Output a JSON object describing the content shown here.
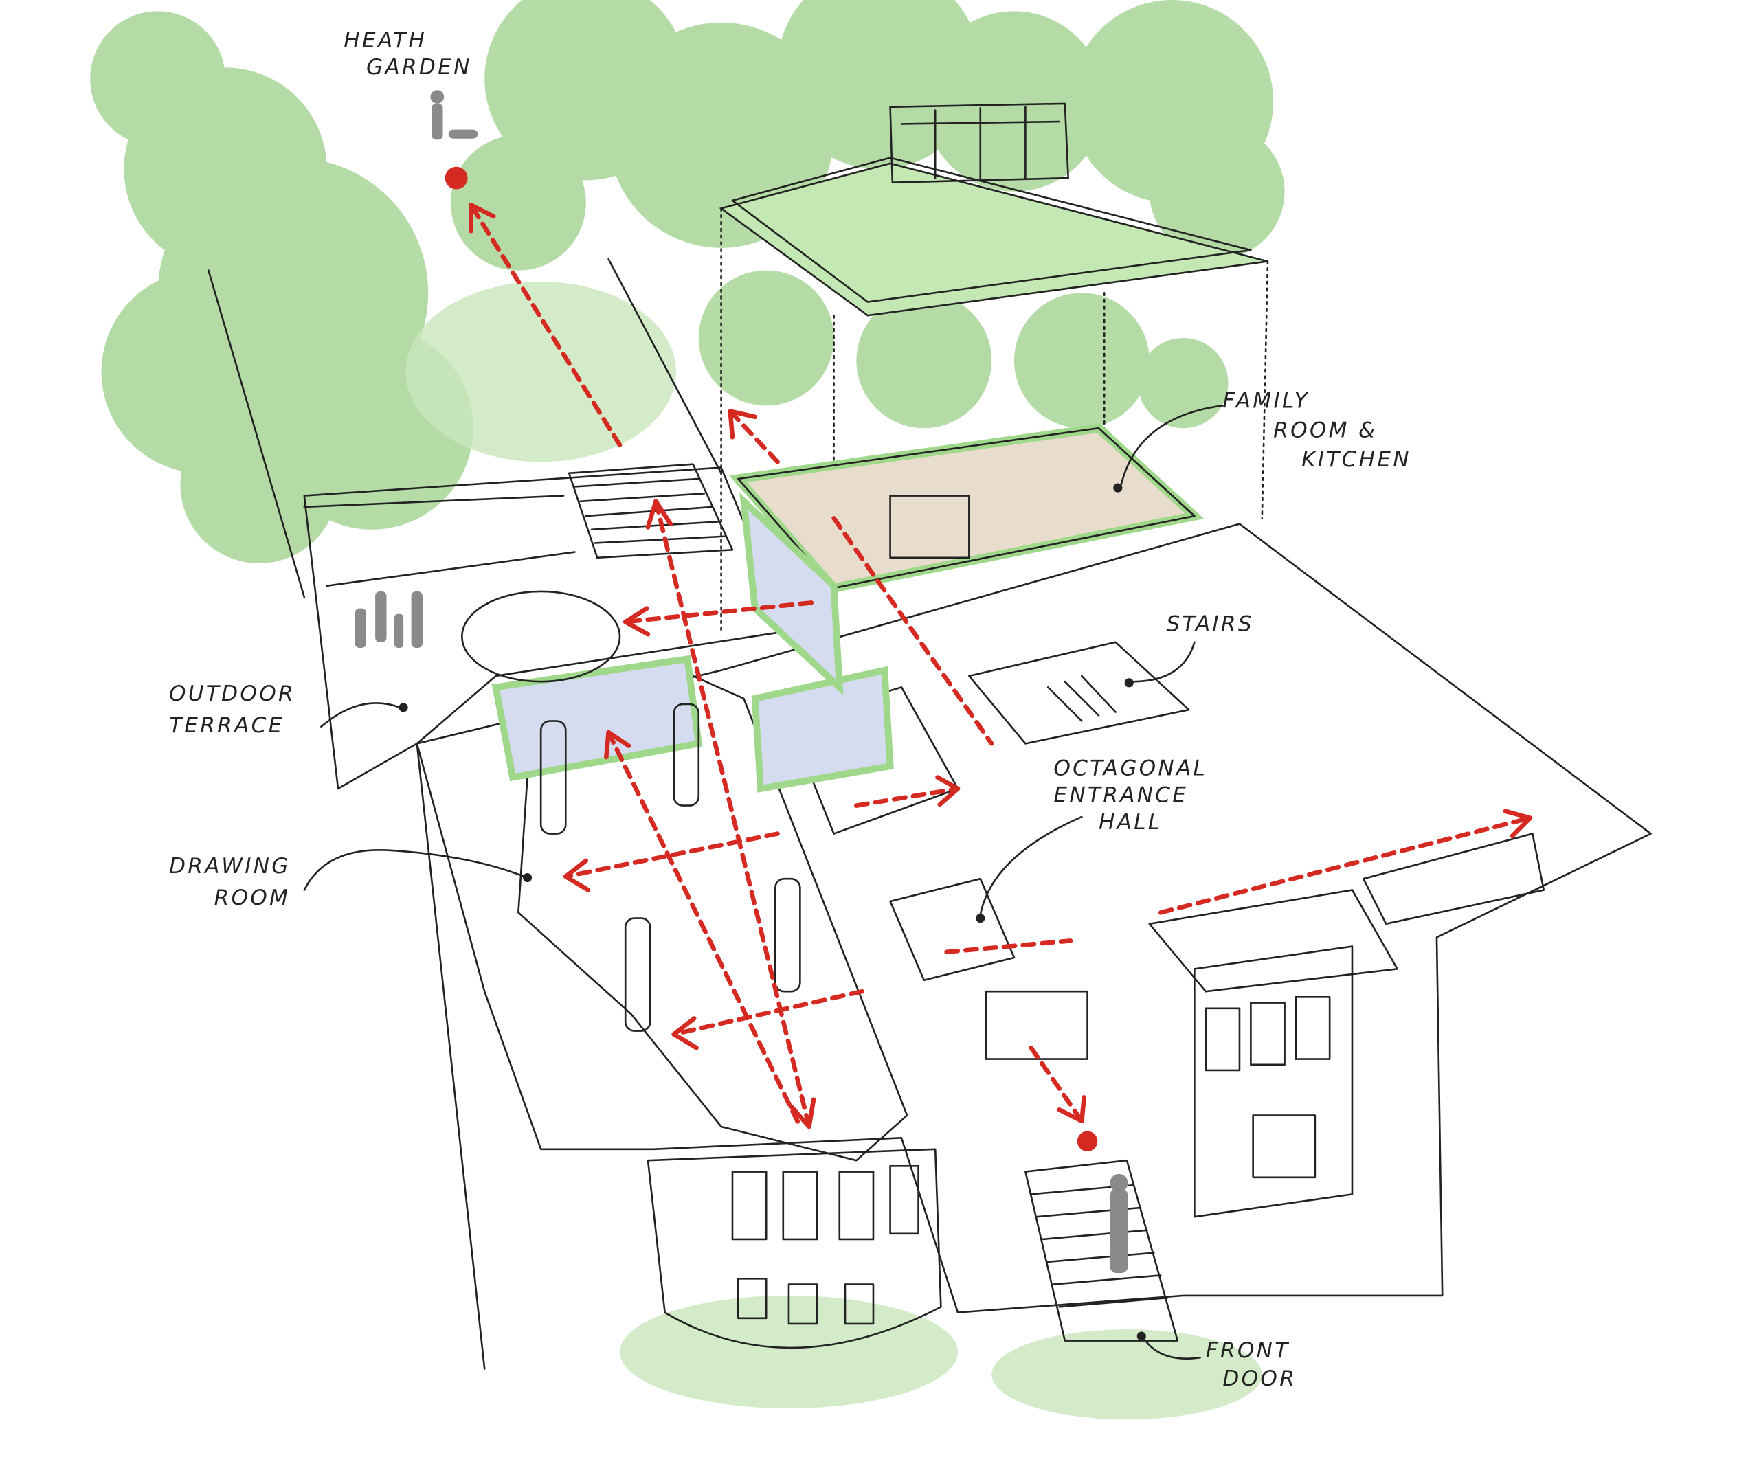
{
  "title": "House circulation axonometric sketch",
  "labels": {
    "heath_garden": [
      "HEATH",
      "GARDEN"
    ],
    "family_room": [
      "FAMILY",
      "ROOM &",
      "KITCHEN"
    ],
    "stairs": [
      "STAIRS"
    ],
    "outdoor_terrace": [
      "OUTDOOR",
      "TERRACE"
    ],
    "entrance_hall": [
      "OCTAGONAL",
      "ENTRANCE",
      "HALL"
    ],
    "drawing_room": [
      "DRAWING",
      "ROOM"
    ],
    "front_door": [
      "FRONT",
      "DOOR"
    ]
  },
  "colors": {
    "foliage": "#8cc57a",
    "foliage_light": "#c4e2b4",
    "roof": "#dcdcdc",
    "floor": "#e2d6c4",
    "glass": "#d6dcef",
    "highlight_green": "#9fd88a",
    "route_red": "#d42a22"
  }
}
